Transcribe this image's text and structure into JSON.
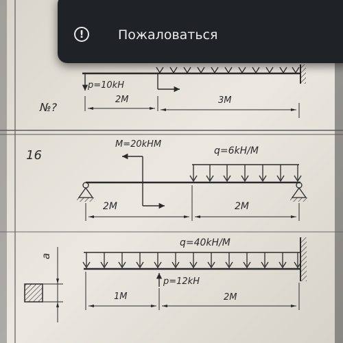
{
  "popup": {
    "report_label": "Пожаловаться",
    "report_icon": "exclamation-circle-icon"
  },
  "drawing": {
    "problem_top": {
      "force_label": "p=10kH",
      "span_left": "2M",
      "span_right": "3M",
      "number": "№?"
    },
    "problem_16": {
      "number": "16",
      "moment_label": "M=20kHM",
      "load_label": "q=6kH/M",
      "span_left": "2M",
      "span_right": "2M"
    },
    "problem_bottom": {
      "load_label": "q=40kH/M",
      "force_label": "p=12kH",
      "span_left": "1M",
      "span_right": "2M",
      "dim_label": "a"
    }
  },
  "colors": {
    "paper": "#e9e6df",
    "ink": "#2a2a2a",
    "popup_bg": "#1f2226",
    "popup_text": "#ececec"
  }
}
